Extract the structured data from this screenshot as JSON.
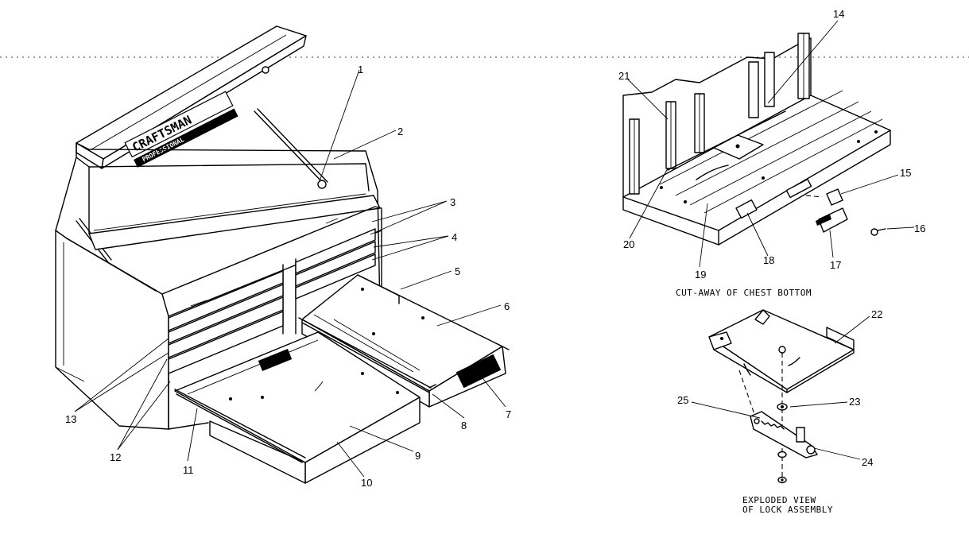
{
  "logo": {
    "brand": "CRAFTSMAN",
    "line": "PROFESSIONAL"
  },
  "part_numbers": {
    "p1": "1",
    "p2": "2",
    "p3": "3",
    "p4": "4",
    "p5": "5",
    "p6": "6",
    "p7": "7",
    "p8": "8",
    "p9": "9",
    "p10": "10",
    "p11": "11",
    "p12": "12",
    "p13": "13",
    "p14": "14",
    "p15": "15",
    "p16": "16",
    "p17": "17",
    "p18": "18",
    "p19": "19",
    "p20": "20",
    "p21": "21",
    "p22": "22",
    "p23": "23",
    "p24": "24",
    "p25": "25"
  },
  "captions": {
    "chest_bottom": "CUT-AWAY OF CHEST BOTTOM",
    "lock_line1": "EXPLODED VIEW",
    "lock_line2": "OF LOCK ASSEMBLY"
  }
}
